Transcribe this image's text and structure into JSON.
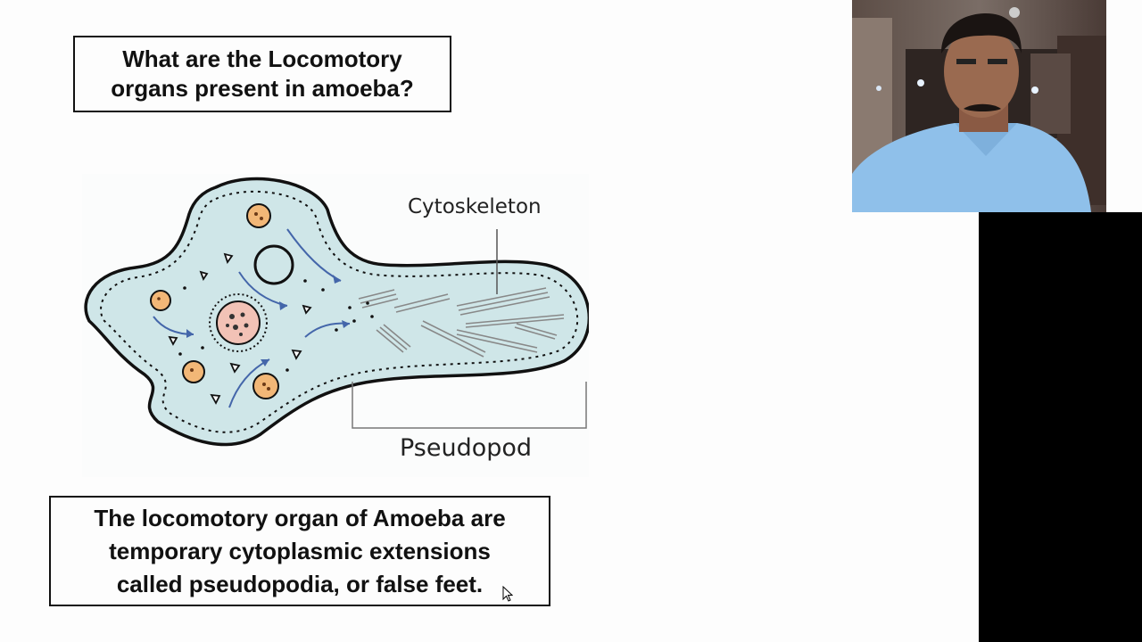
{
  "question": {
    "line1": "What are the Locomotory",
    "line2": "organs present in amoeba?"
  },
  "answer": {
    "line1": "The locomotory organ of Amoeba are",
    "line2": "temporary cytoplasmic extensions",
    "line3": "called pseudopodia, or false feet."
  },
  "diagram": {
    "label_cytoskeleton": "Cytoskeleton",
    "label_pseudopod": "Pseudopod"
  },
  "colors": {
    "cytoplasm": "#cfe6e8",
    "outline": "#111111",
    "granule": "#f2b777",
    "nucleus": "#f2c2b6",
    "arrow": "#4466aa"
  }
}
